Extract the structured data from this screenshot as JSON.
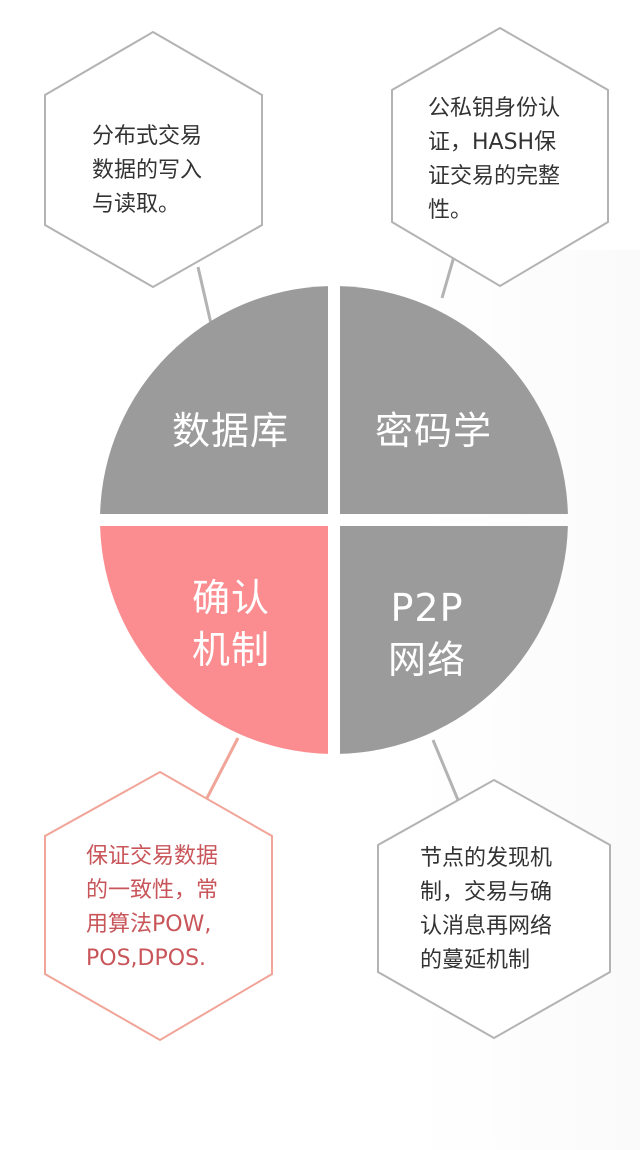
{
  "colors": {
    "quadrant_gray": "#9b9b9b",
    "quadrant_accent": "#fb8d90",
    "outline_gray": "#b3b3b3",
    "outline_accent": "#f0a598",
    "text_dark": "#333333",
    "text_accent": "#c8555a"
  },
  "quadrants": {
    "database": {
      "label": "数据库"
    },
    "cryptography": {
      "label": "密码学"
    },
    "consensus": {
      "label_line1": "确认",
      "label_line2": "机制"
    },
    "p2p": {
      "label_line1": "P2P",
      "label_line2": "网络"
    }
  },
  "callouts": {
    "database": {
      "lines": [
        "分布式交易",
        "数据的写入",
        "与读取。"
      ]
    },
    "cryptography": {
      "lines": [
        "公私钥身份认",
        "证，HASH保",
        "证交易的完整",
        "性。"
      ]
    },
    "consensus": {
      "lines": [
        "保证交易数据",
        "的一致性，常",
        "用算法POW,",
        "POS,DPOS."
      ]
    },
    "p2p": {
      "lines": [
        "节点的发现机",
        "制，交易与确",
        "认消息再网络",
        "的蔓延机制"
      ]
    }
  }
}
